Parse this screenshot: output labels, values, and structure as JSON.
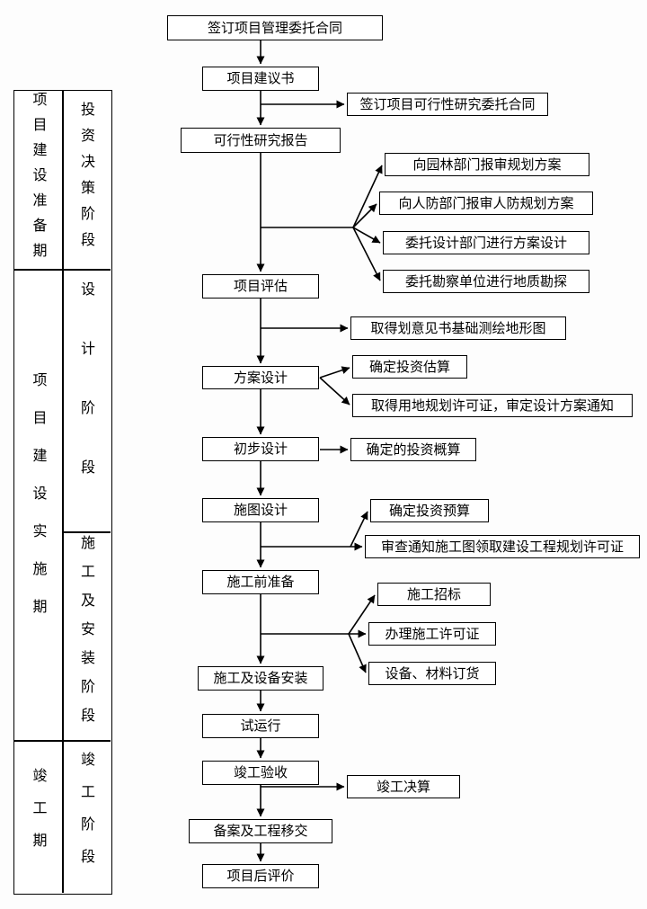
{
  "flow": {
    "main_nodes": [
      {
        "label": "签订项目管理委托合同"
      },
      {
        "label": "项目建议书"
      },
      {
        "label": "可行性研究报告"
      },
      {
        "label": "项目评估"
      },
      {
        "label": "方案设计"
      },
      {
        "label": "初步设计"
      },
      {
        "label": "施图设计"
      },
      {
        "label": "施工前准备"
      },
      {
        "label": "施工及设备安装"
      },
      {
        "label": "试运行"
      },
      {
        "label": "竣工验收"
      },
      {
        "label": "备案及工程移交"
      },
      {
        "label": "项目后评价"
      }
    ],
    "side_nodes": [
      {
        "label": "签订项目可行性研究委托合同"
      },
      {
        "label": "向园林部门报审规划方案"
      },
      {
        "label": "向人防部门报审人防规划方案"
      },
      {
        "label": "委托设计部门进行方案设计"
      },
      {
        "label": "委托勘察单位进行地质勘探"
      },
      {
        "label": "取得划意见书基础测绘地形图"
      },
      {
        "label": "确定投资估算"
      },
      {
        "label": "取得用地规划许可证，审定设计方案通知"
      },
      {
        "label": "确定的投资概算"
      },
      {
        "label": "确定投资预算"
      },
      {
        "label": "审查通知施工图领取建设工程规划许可证"
      },
      {
        "label": "施工招标"
      },
      {
        "label": "办理施工许可证"
      },
      {
        "label": "设备、材料订货"
      },
      {
        "label": "竣工决算"
      }
    ],
    "phases": [
      {
        "label": "项目建设准备期"
      },
      {
        "label": "项目建设实施期"
      },
      {
        "label": "竣工期"
      }
    ],
    "stages": [
      {
        "label": "投资决策阶段"
      },
      {
        "label": "设计阶段"
      },
      {
        "label": "施工及安装阶段"
      },
      {
        "label": "竣工阶段"
      }
    ]
  },
  "colors": {
    "line": "#000000",
    "box_border": "#000000",
    "background": "#ffffff"
  }
}
